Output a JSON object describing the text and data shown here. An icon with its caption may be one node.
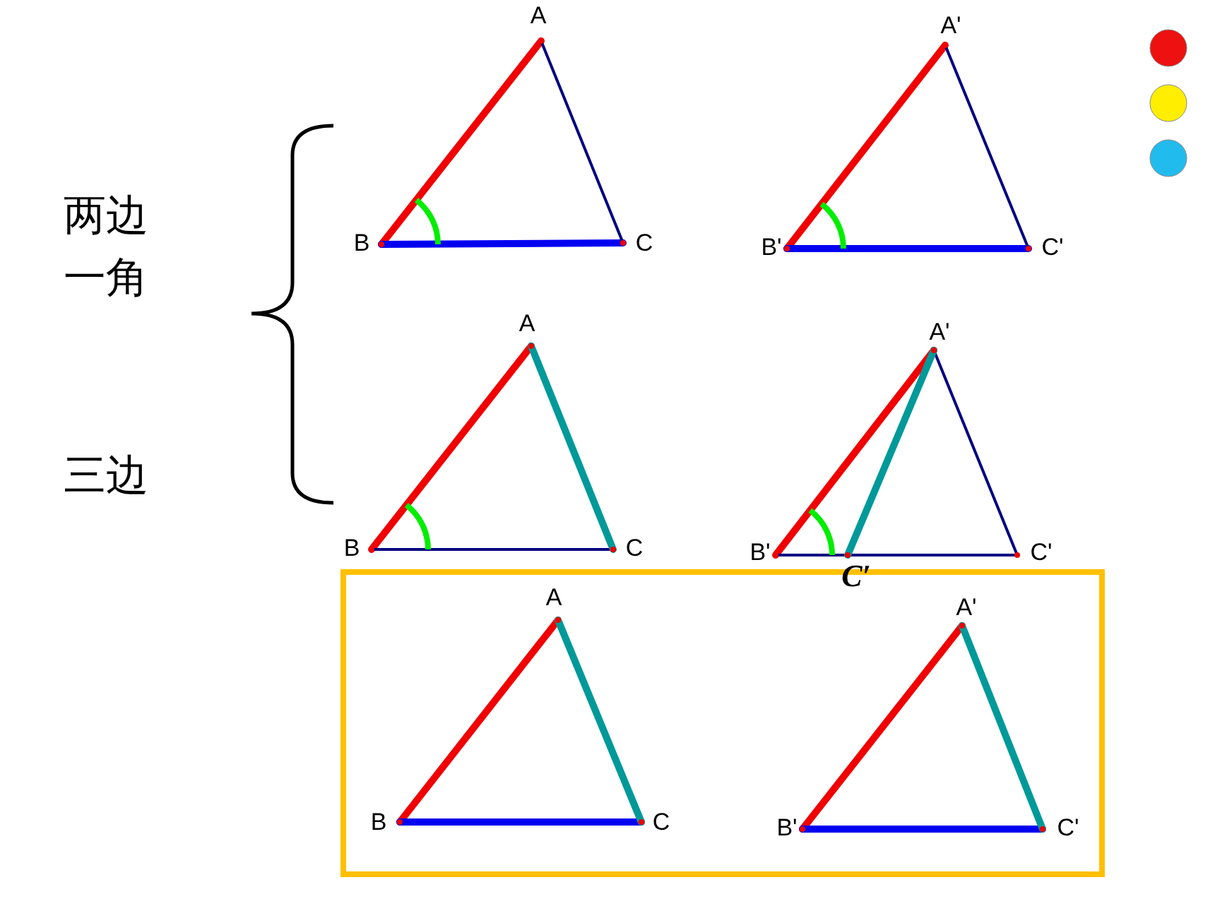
{
  "diagram": {
    "labels": [
      "两边一角",
      "A",
      "A'",
      "B",
      "C",
      "B'",
      "C'",
      "A",
      "A'",
      "B",
      "C",
      "B'",
      "C'",
      "C′",
      "三边",
      "A",
      "A'",
      "B",
      "C",
      "B'",
      "C'"
    ]
  }
}
